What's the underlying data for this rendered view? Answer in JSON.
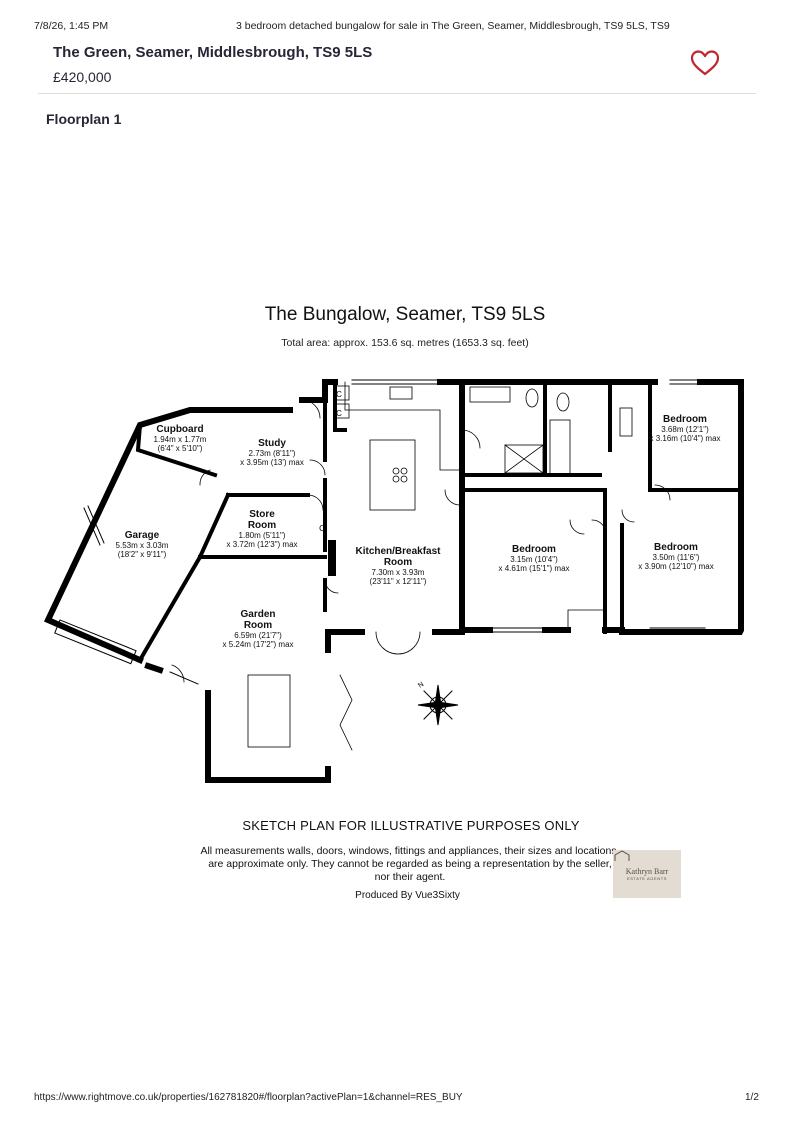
{
  "print_header": {
    "date": "7/8/26, 1:45 PM",
    "title": "3 bedroom detached bungalow for sale in The Green, Seamer, Middlesbrough, TS9 5LS, TS9"
  },
  "listing": {
    "address": "The Green, Seamer, Middlesbrough, TS9 5LS",
    "price": "£420,000",
    "favourite_icon": "heart-outline-icon",
    "accent_color": "#c0262d",
    "text_color": "#262637"
  },
  "floorplan_label": "Floorplan 1",
  "plan": {
    "title": "The Bungalow, Seamer, TS9 5LS",
    "total_area": "Total area: approx. 153.6 sq. metres (1653.3 sq. feet)",
    "rooms": {
      "cupboard": {
        "name": "Cupboard",
        "d1": "1.94m x 1.77m",
        "d2": "(6'4\" x 5'10\")"
      },
      "study": {
        "name": "Study",
        "d1": "2.73m (8'11\")",
        "d2": "x 3.95m (13') max"
      },
      "garage": {
        "name": "Garage",
        "d1": "5.53m x 3.03m",
        "d2": "(18'2\" x 9'11\")"
      },
      "store": {
        "name1": "Store",
        "name2": "Room",
        "d1": "1.80m (5'11\")",
        "d2": "x 3.72m (12'3\") max"
      },
      "kitchen": {
        "name1": "Kitchen/Breakfast",
        "name2": "Room",
        "d1": "7.30m x 3.93m",
        "d2": "(23'11\" x 12'11\")"
      },
      "bedroom1": {
        "name": "Bedroom",
        "d1": "3.68m (12'1\")",
        "d2": "x 3.16m (10'4\") max"
      },
      "bedroom2": {
        "name": "Bedroom",
        "d1": "3.15m (10'4\")",
        "d2": "x 4.61m (15'1\") max"
      },
      "bedroom3": {
        "name": "Bedroom",
        "d1": "3.50m (11'6\")",
        "d2": "x 3.90m (12'10\") max"
      },
      "garden": {
        "name1": "Garden",
        "name2": "Room",
        "d1": "6.59m (21'7\")",
        "d2": "x 5.24m (17'2\") max"
      }
    },
    "cupboard_mark": "C",
    "compass_letter": "N",
    "sketch_note": "SKETCH PLAN FOR ILLUSTRATIVE PURPOSES ONLY",
    "disclaimer": "All measurements walls, doors, windows, fittings and appliances, their sizes and locations, are approximate only. They cannot be regarded as being a representation by the seller, nor their agent.",
    "produced_by": "Produced By Vue3Sixty",
    "agent_logo": {
      "name": "Kathryn Barr",
      "sub": "ESTATE AGENTS"
    }
  },
  "footer": {
    "url": "https://www.rightmove.co.uk/properties/162781820#/floorplan?activePlan=1&channel=RES_BUY",
    "page": "1/2"
  }
}
